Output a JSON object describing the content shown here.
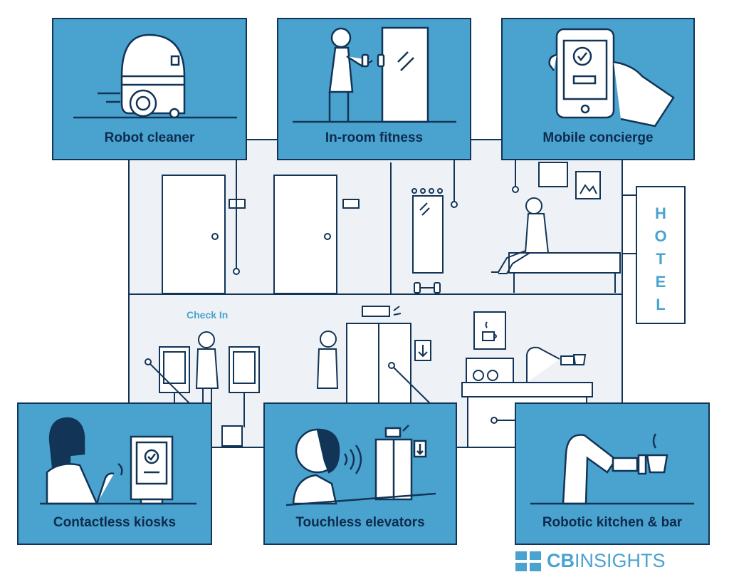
{
  "panels": {
    "robot_cleaner": "Robot cleaner",
    "in_room_fitness": "In-room fitness",
    "mobile_concierge": "Mobile concierge",
    "contactless_kiosks": "Contactless kiosks",
    "touchless_elevators": "Touchless elevators",
    "robotic_kitchen_bar": "Robotic kitchen & bar"
  },
  "scene": {
    "check_in_label": "Check In",
    "hotel_sign_letters": [
      "H",
      "O",
      "T",
      "E",
      "L"
    ]
  },
  "brand": {
    "logo_bold": "CB",
    "logo_light": "INSIGHTS"
  },
  "colors": {
    "panel_blue": "#4aa3cf",
    "navy": "#123456",
    "building_fill": "#eef2f6"
  }
}
